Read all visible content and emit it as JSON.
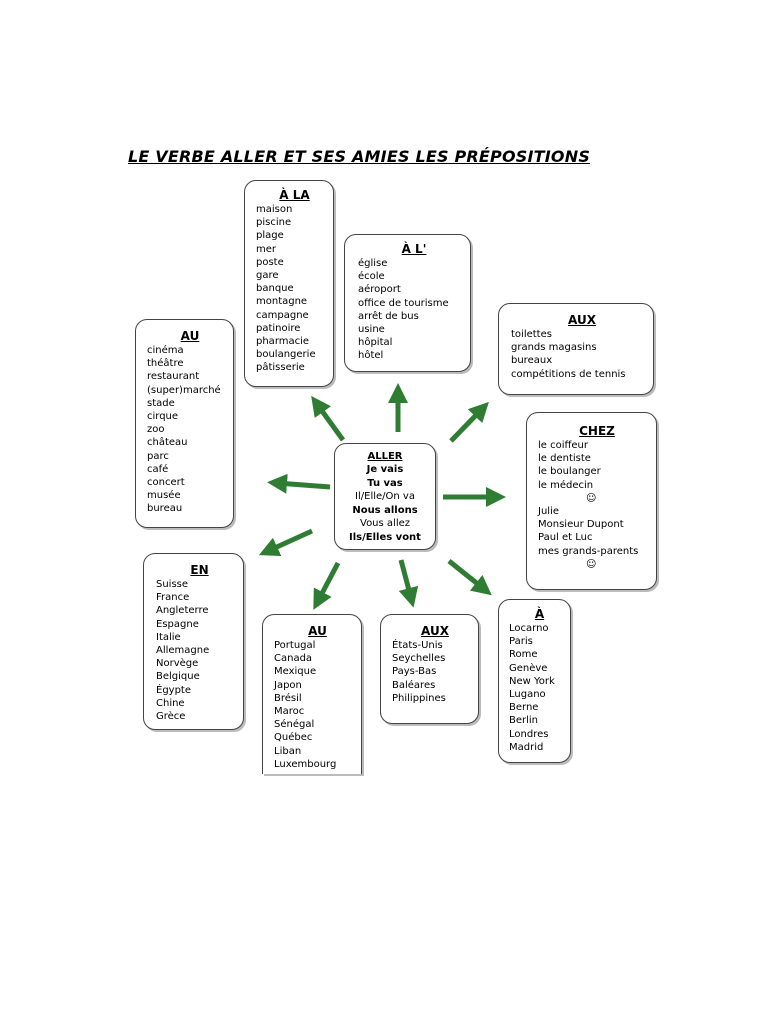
{
  "title": "LE VERBE ALLER ET SES AMIES LES PRÉPOSITIONS",
  "arrow_color": "#2e7d32",
  "center": {
    "heading": "ALLER",
    "items": [
      "Je vais",
      "Tu vas",
      "Il/Elle/On va",
      "Nous allons",
      "Vous allez",
      "Ils/Elles vont"
    ]
  },
  "a_la": {
    "heading": "À LA",
    "items": [
      "maison",
      "piscine",
      "plage",
      "mer",
      "poste",
      "gare",
      "banque",
      "montagne",
      "campagne",
      "patinoire",
      "pharmacie",
      "boulangerie",
      "pâtisserie"
    ]
  },
  "a_l": {
    "heading": "À L'",
    "items": [
      "église",
      "école",
      "aéroport",
      "office de tourisme",
      "arrêt de bus",
      "usine",
      "hôpital",
      "hôtel"
    ]
  },
  "aux_top": {
    "heading": "AUX",
    "items": [
      "toilettes",
      "grands magasins",
      "bureaux",
      "compétitions de tennis"
    ]
  },
  "au_left": {
    "heading": "AU",
    "items": [
      "cinéma",
      "théâtre",
      "restaurant",
      "(super)marché",
      "stade",
      "cirque",
      "zoo",
      "château",
      "parc",
      "café",
      "concert",
      "musée",
      "bureau"
    ]
  },
  "chez": {
    "heading": "CHEZ",
    "items": [
      "le coiffeur",
      "le dentiste",
      "le boulanger",
      "le médecin",
      "☺",
      "Julie",
      "Monsieur Dupont",
      "Paul et Luc",
      "mes grands-parents",
      "☺"
    ]
  },
  "en": {
    "heading": "EN",
    "items": [
      "Suisse",
      "France",
      "Angleterre",
      "Espagne",
      "Italie",
      "Allemagne",
      "Norvège",
      "Belgique",
      "Égypte",
      "Chine",
      "Grèce"
    ]
  },
  "au_bottom": {
    "heading": "AU",
    "items": [
      "Portugal",
      "Canada",
      "Mexique",
      "Japon",
      "Brésil",
      "Maroc",
      "Sénégal",
      "Québec",
      "Liban",
      "Luxembourg"
    ]
  },
  "aux_bottom": {
    "heading": "AUX",
    "items": [
      "États-Unis",
      "Seychelles",
      "Pays-Bas",
      "Baléares",
      "Philippines"
    ]
  },
  "a": {
    "heading": "À",
    "items": [
      "Locarno",
      "Paris",
      "Rome",
      "Genève",
      "New York",
      "Lugano",
      "Berne",
      "Berlin",
      "Londres",
      "Madrid"
    ]
  }
}
